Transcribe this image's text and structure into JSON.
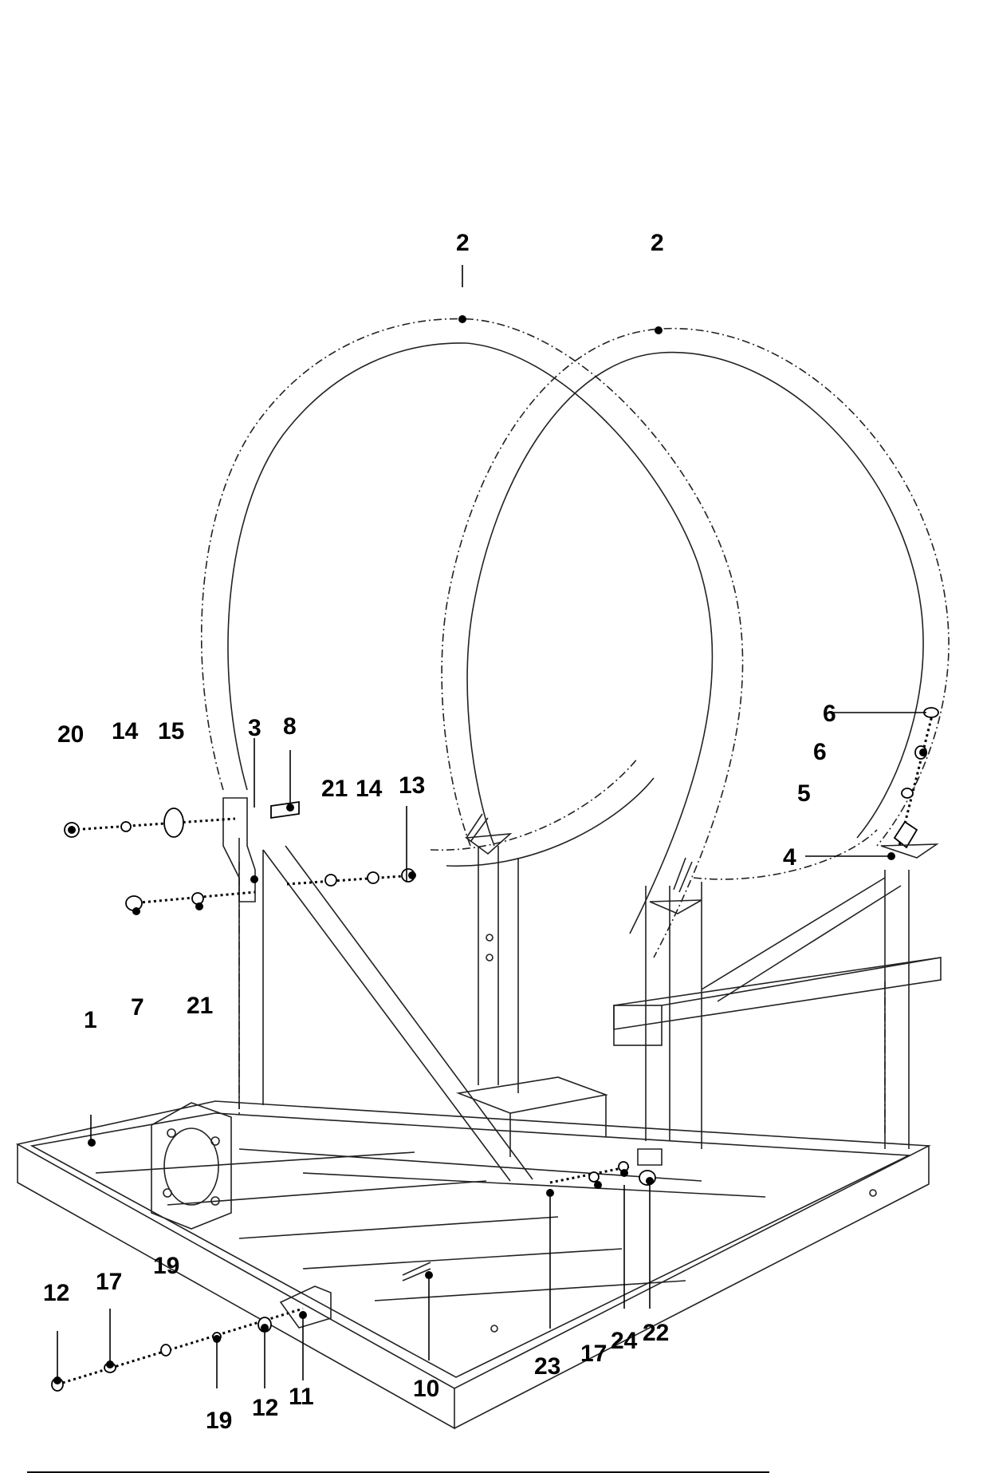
{
  "diagram": {
    "callouts": [
      {
        "id": "c-2a",
        "text": "2"
      },
      {
        "id": "c-2b",
        "text": "2"
      },
      {
        "id": "c-20",
        "text": "20"
      },
      {
        "id": "c-14a",
        "text": "14"
      },
      {
        "id": "c-15",
        "text": "15"
      },
      {
        "id": "c-3",
        "text": "3"
      },
      {
        "id": "c-8",
        "text": "8"
      },
      {
        "id": "c-21a",
        "text": "21"
      },
      {
        "id": "c-14b",
        "text": "14"
      },
      {
        "id": "c-13",
        "text": "13"
      },
      {
        "id": "c-6a",
        "text": "6"
      },
      {
        "id": "c-6b",
        "text": "6"
      },
      {
        "id": "c-5",
        "text": "5"
      },
      {
        "id": "c-4",
        "text": "4"
      },
      {
        "id": "c-1",
        "text": "1"
      },
      {
        "id": "c-7",
        "text": "7"
      },
      {
        "id": "c-21b",
        "text": "21"
      },
      {
        "id": "c-19a",
        "text": "19"
      },
      {
        "id": "c-12a",
        "text": "12"
      },
      {
        "id": "c-17a",
        "text": "17"
      },
      {
        "id": "c-19b",
        "text": "19"
      },
      {
        "id": "c-12b",
        "text": "12"
      },
      {
        "id": "c-11",
        "text": "11"
      },
      {
        "id": "c-10",
        "text": "10"
      },
      {
        "id": "c-23",
        "text": "23"
      },
      {
        "id": "c-17b",
        "text": "17"
      },
      {
        "id": "c-24",
        "text": "24"
      },
      {
        "id": "c-22",
        "text": "22"
      }
    ]
  }
}
